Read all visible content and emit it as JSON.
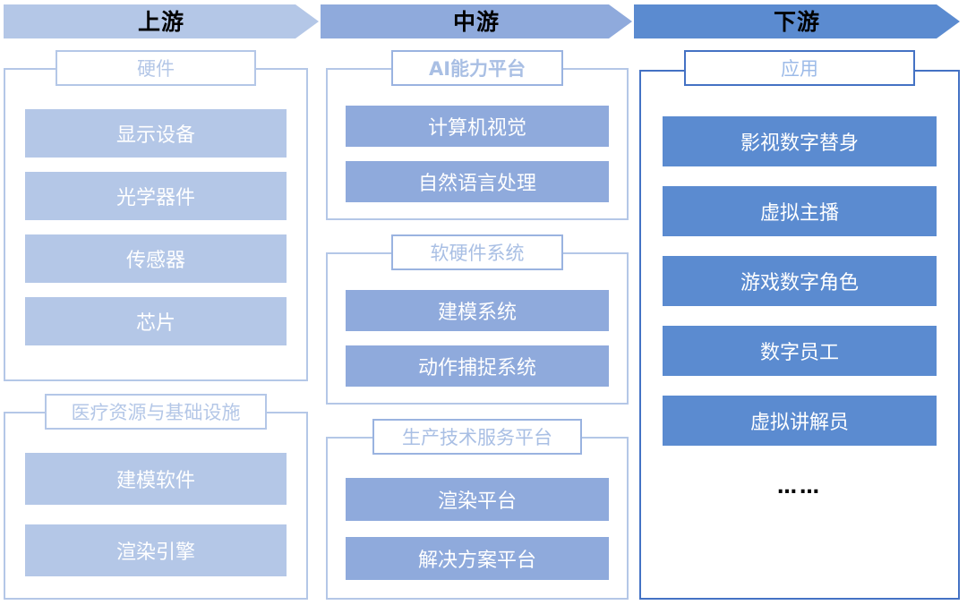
{
  "banners": [
    {
      "id": "upstream",
      "label": "上游",
      "color": "#b4c7e7"
    },
    {
      "id": "midstream",
      "label": "中游",
      "color": "#8faadc"
    },
    {
      "id": "downstream",
      "label": "下游",
      "color": "#5b8bd0"
    }
  ],
  "columns": [
    {
      "id": "upstream",
      "title": "上游",
      "item_color": "#b4c7e7",
      "border_color": "#b4c7e7",
      "groups": [
        {
          "id": "hardware",
          "title": "硬件",
          "items": [
            "显示设备",
            "光学器件",
            "传感器",
            "芯片"
          ]
        },
        {
          "id": "medical-resources",
          "title": "医疗资源与基础设施",
          "items": [
            "建模软件",
            "渲染引擎"
          ]
        }
      ]
    },
    {
      "id": "midstream",
      "title": "中游",
      "item_color": "#8faadc",
      "border_color": "#9ab3e0",
      "groups": [
        {
          "id": "ai-capability-platform",
          "title": "AI能力平台",
          "items": [
            "计算机视觉",
            "自然语言处理"
          ]
        },
        {
          "id": "software-hardware-system",
          "title": "软硬件系统",
          "items": [
            "建模系统",
            "动作捕捉系统"
          ]
        },
        {
          "id": "production-tech-service-platform",
          "title": "生产技术服务平台",
          "items": [
            "渲染平台",
            "解决方案平台"
          ]
        }
      ]
    },
    {
      "id": "downstream",
      "title": "下游",
      "item_color": "#5b8bd0",
      "border_color": "#4472c4",
      "groups": [
        {
          "id": "application",
          "title": "应用",
          "items": [
            "影视数字替身",
            "虚拟主播",
            "游戏数字角色",
            "数字员工",
            "虚拟讲解员",
            "……"
          ]
        }
      ]
    }
  ]
}
